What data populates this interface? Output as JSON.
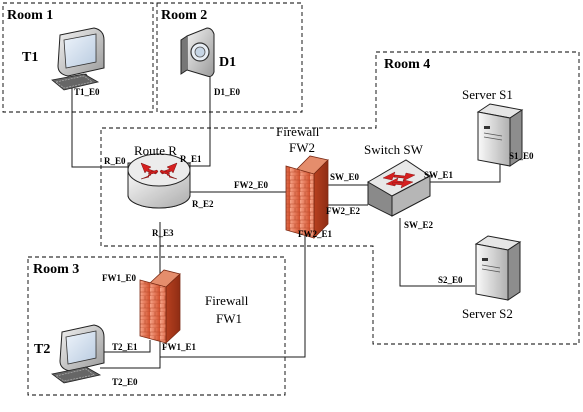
{
  "rooms": {
    "room1": "Room 1",
    "room2": "Room 2",
    "room3": "Room 3",
    "room4": "Room 4"
  },
  "devices": {
    "t1": "T1",
    "d1": "D1",
    "t2": "T2",
    "router": "Route R",
    "fw2_line1": "Firewall",
    "fw2_line2": "FW2",
    "fw1_line1": "Firewall",
    "fw1_line2": "FW1",
    "switch": "Switch SW",
    "s1": "Server S1",
    "s2": "Server S2"
  },
  "ports": {
    "t1_e0": "T1_E0",
    "d1_e0": "D1_E0",
    "r_e0": "R_E0",
    "r_e1": "R_E1",
    "r_e2": "R_E2",
    "r_e3": "R_E3",
    "fw2_e0": "FW2_E0",
    "fw2_e1": "FW2_E1",
    "fw2_e2": "FW2_E2",
    "sw_e0": "SW_E0",
    "sw_e1": "SW_E1",
    "sw_e2": "SW_E2",
    "s1_e0": "S1_E0",
    "s2_e0": "S2_E0",
    "fw1_e0": "FW1_E0",
    "fw1_e1": "FW1_E1",
    "t2_e1": "T2_E1",
    "t2_e0": "T2_E0"
  }
}
